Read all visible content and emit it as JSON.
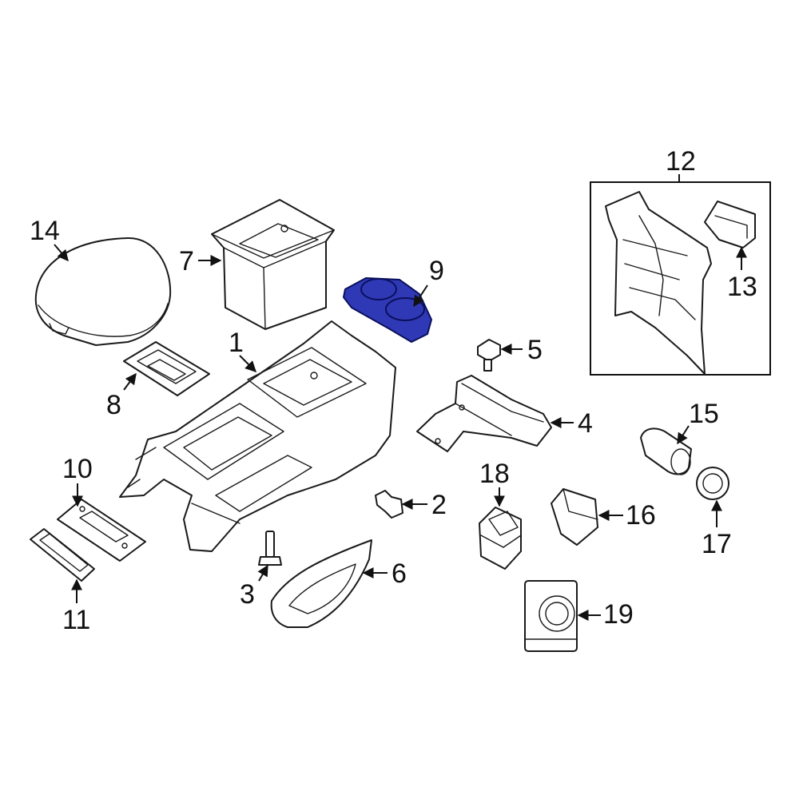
{
  "colors": {
    "line": "#1a1a1a",
    "fill": "#ffffff",
    "highlight": "#2f39b5",
    "highlight_stroke": "#0a0f5c"
  },
  "highlighted_part": "9",
  "callouts": {
    "c1": "1",
    "c2": "2",
    "c3": "3",
    "c4": "4",
    "c5": "5",
    "c6": "6",
    "c7": "7",
    "c8": "8",
    "c9": "9",
    "c10": "10",
    "c11": "11",
    "c12": "12",
    "c13": "13",
    "c14": "14",
    "c15": "15",
    "c16": "16",
    "c17": "17",
    "c18": "18",
    "c19": "19"
  }
}
